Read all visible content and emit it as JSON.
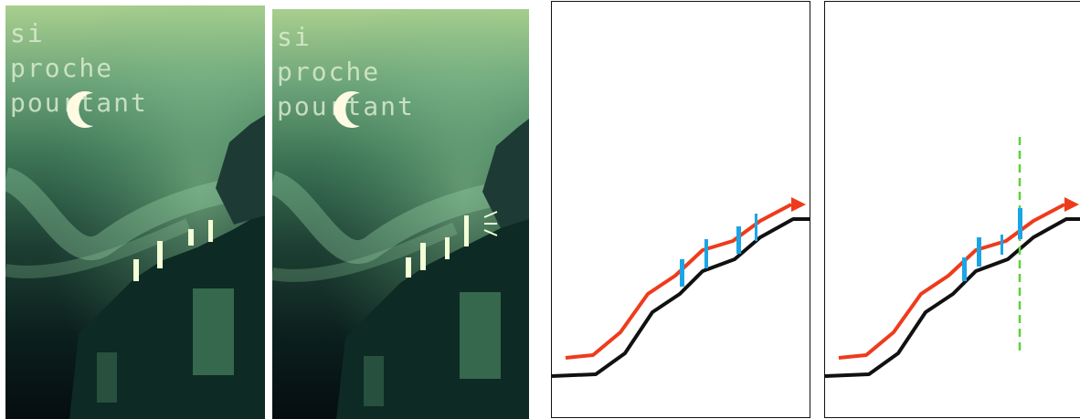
{
  "panels": [
    {
      "id": "poster-original",
      "title_lines": [
        "si",
        "proche",
        "pourtant"
      ]
    },
    {
      "id": "poster-edited",
      "title_lines": [
        "si",
        "proche",
        "pourtant"
      ]
    },
    {
      "id": "diagram-original",
      "markers": "blue vertical ticks between curves"
    },
    {
      "id": "diagram-edited",
      "markers": "blue ticks with green dashed guide"
    }
  ],
  "colors": {
    "sky_top": "#a9cf8e",
    "mist": "#7fc592",
    "window_glow": "#f3ffd6",
    "ground_curve": "#111111",
    "offset_curve": "#ee3b1c",
    "marker": "#1aa6e6",
    "guide": "#5ad23a"
  },
  "icons": {
    "moon": "crescent-moon-icon",
    "arrow": "arrow-head-icon"
  }
}
